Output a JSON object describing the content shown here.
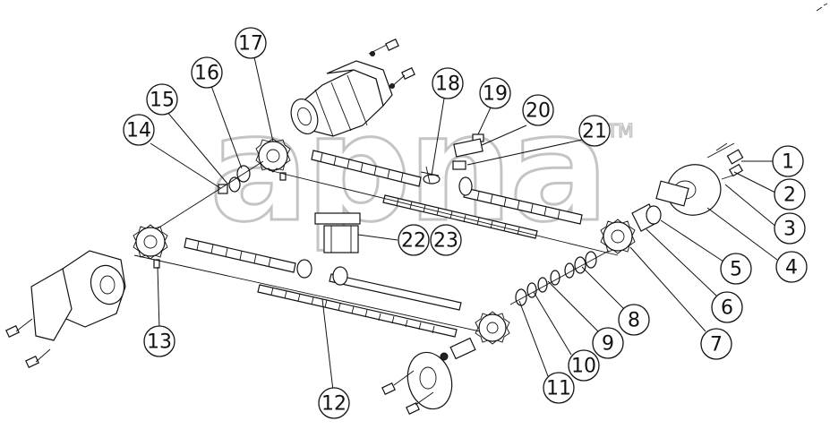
{
  "diagram": {
    "watermark": "apnа",
    "trademark": "TM",
    "callouts": [
      {
        "id": "1",
        "label": "1"
      },
      {
        "id": "2",
        "label": "2"
      },
      {
        "id": "3",
        "label": "3"
      },
      {
        "id": "4",
        "label": "4"
      },
      {
        "id": "5",
        "label": "5"
      },
      {
        "id": "6",
        "label": "6"
      },
      {
        "id": "7",
        "label": "7"
      },
      {
        "id": "8",
        "label": "8"
      },
      {
        "id": "9",
        "label": "9"
      },
      {
        "id": "10",
        "label": "10"
      },
      {
        "id": "11",
        "label": "11"
      },
      {
        "id": "12",
        "label": "12"
      },
      {
        "id": "13",
        "label": "13"
      },
      {
        "id": "14",
        "label": "14"
      },
      {
        "id": "15",
        "label": "15"
      },
      {
        "id": "16",
        "label": "16"
      },
      {
        "id": "17",
        "label": "17"
      },
      {
        "id": "18",
        "label": "18"
      },
      {
        "id": "19",
        "label": "19"
      },
      {
        "id": "20",
        "label": "20"
      },
      {
        "id": "21",
        "label": "21"
      },
      {
        "id": "22",
        "label": "22"
      },
      {
        "id": "23",
        "label": "23"
      }
    ],
    "colors": {
      "line": "#111111",
      "watermark": "#c8c8c8",
      "background": "#ffffff"
    }
  }
}
